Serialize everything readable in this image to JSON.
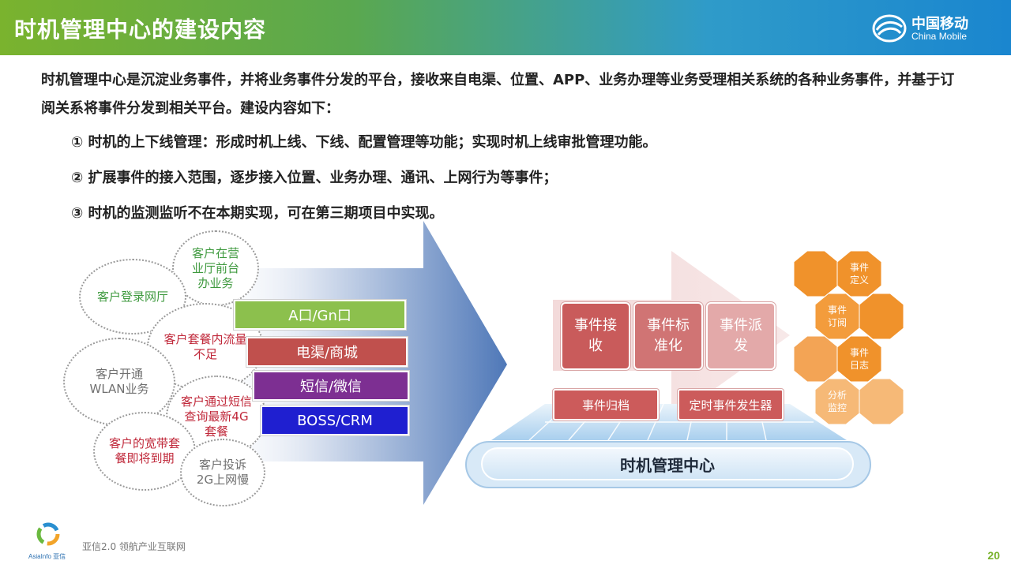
{
  "header": {
    "title": "时机管理中心的建设内容",
    "brand_cn": "中国移动",
    "brand_en": "China Mobile"
  },
  "intro": "时机管理中心是沉淀业务事件，并将业务事件分发的平台，接收来自电渠、位置、APP、业务办理等业务受理相关系统的各种业务事件，并基于订阅关系将事件分发到相关平台。建设内容如下：",
  "items": [
    "① 时机的上下线管理：形成时机上线、下线、配置管理等功能；实现时机上线审批管理功能。",
    "② 扩展事件的接入范围，逐步接入位置、业务办理、通讯、上网行为等事件；",
    "③ 时机的监测监听不在本期实现，可在第三期项目中实现。"
  ],
  "left_diagram": {
    "bubbles": [
      "客户在营\n业厅前台\n办业务",
      "客户登录网厅",
      "客户套餐内流量\n不足",
      "客户开通\nWLAN业务",
      "客户通过短信\n查询最新4G\n套餐",
      "客户的宽带套\n餐即将到期",
      "客户投诉\n2G上网慢"
    ],
    "channels": [
      "A口/Gn口",
      "电渠/商城",
      "短信/微信",
      "BOSS/CRM"
    ]
  },
  "right_diagram": {
    "process_boxes": [
      "事件接\n收",
      "事件标\n准化",
      "事件派\n发"
    ],
    "small_boxes": [
      "事件归档",
      "定时事件发生器"
    ],
    "platform": "时机管理中心",
    "hexagons": [
      "事件\n定义",
      "事件\n订阅",
      "事件\n日志",
      "分析\n监控"
    ]
  },
  "colors": {
    "hex_orange": "#f0922b",
    "red_box": "#c95b5b",
    "accent_green": "#7ab32e"
  },
  "footer": {
    "logo_text": "AsiaInfo 亚信",
    "slogan": "亚信2.0  领航产业互联网",
    "page_number": "20"
  }
}
